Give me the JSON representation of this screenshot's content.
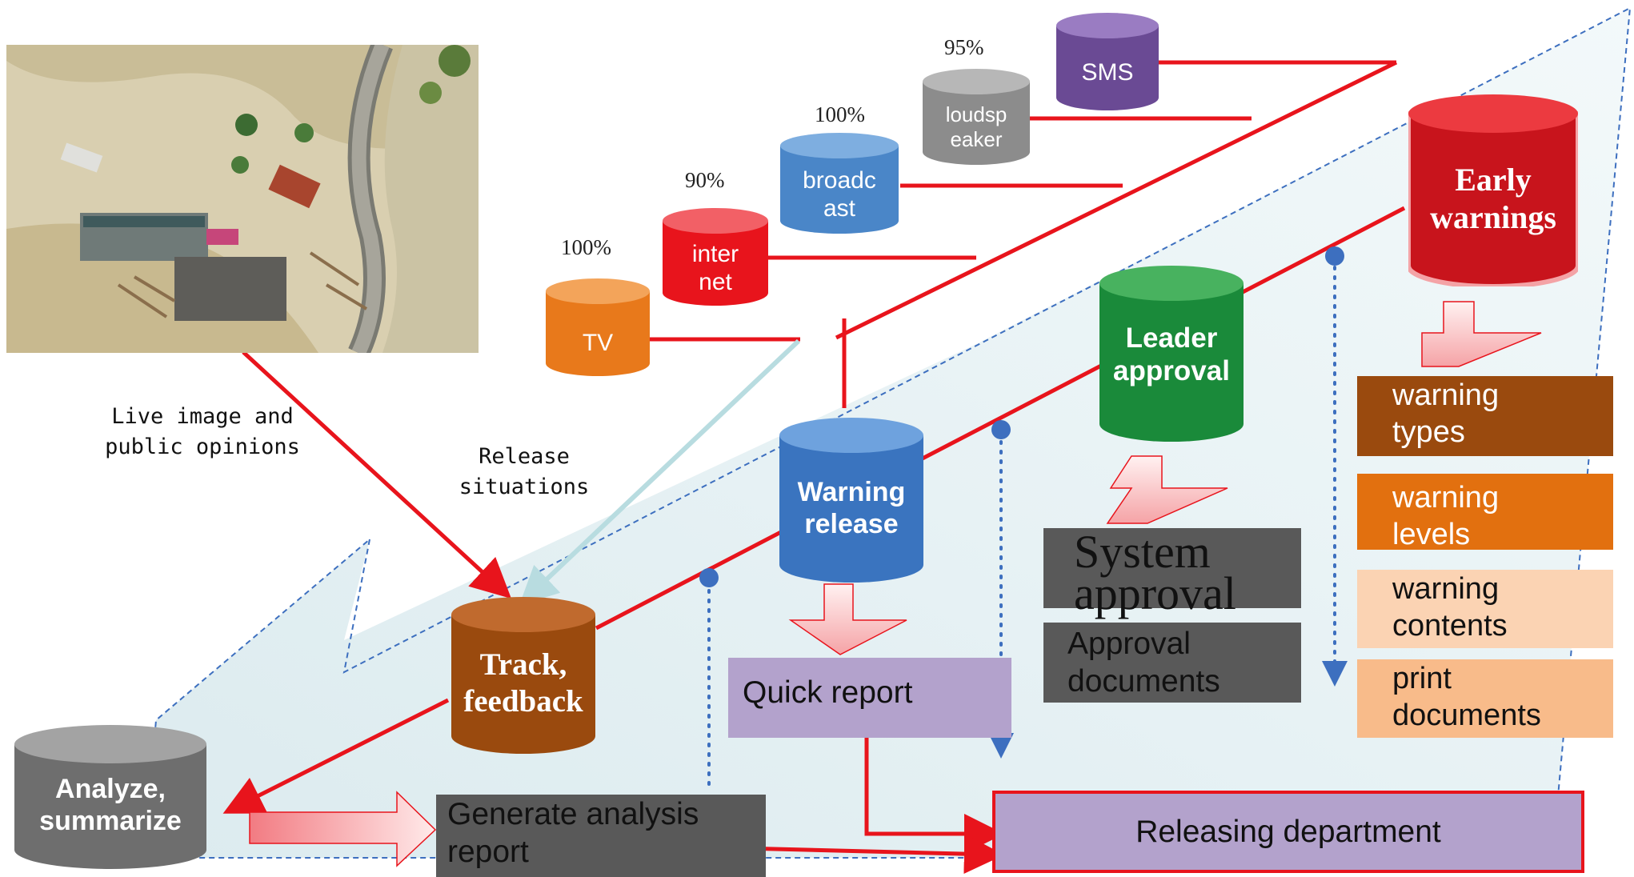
{
  "channels": [
    {
      "label": "TV",
      "pct": "100%",
      "color": "#e8791b"
    },
    {
      "label": "inter net",
      "pct": "90%",
      "color": "#e8141c"
    },
    {
      "label": "broadc ast",
      "pct": "100%",
      "color": "#4a86c8"
    },
    {
      "label": "loudsp eaker",
      "pct": "95%",
      "color": "#8c8c8c"
    },
    {
      "label": "SMS",
      "pct": "",
      "color": "#6a4a94"
    }
  ],
  "nodes": {
    "early_warnings": "Early warnings",
    "leader_approval": "Leader approval",
    "warning_release": "Warning release",
    "track_feedback": "Track, feedback",
    "analyze_summarize": "Analyze, summarize"
  },
  "captions": {
    "live_image": "Live image and public opinions",
    "release_situations": "Release situations"
  },
  "warning_items": [
    {
      "label": "warning types",
      "color": "#9a4a0e",
      "text_color": "#ffffff"
    },
    {
      "label": "warning levels",
      "color": "#e2700f",
      "text_color": "#ffffff"
    },
    {
      "label": "warning contents",
      "color": "#fbd3b3",
      "text_color": "#111111"
    },
    {
      "label": "print documents",
      "color": "#f8bb8a",
      "text_color": "#111111"
    }
  ],
  "approval_items": [
    {
      "label": "System approval",
      "color": "#595959"
    },
    {
      "label": "Approval documents",
      "color": "#595959"
    }
  ],
  "quick_report": "Quick report",
  "analysis_report": "Generate analysis report",
  "releasing_department": "Releasing department"
}
